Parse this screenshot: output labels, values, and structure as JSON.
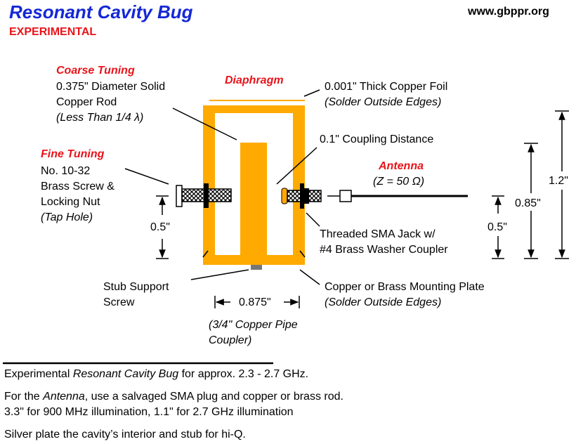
{
  "header": {
    "title": "Resonant Cavity Bug",
    "subtitle": "EXPERIMENTAL",
    "website": "www.gbppr.org"
  },
  "labels": {
    "coarse_title": "Coarse Tuning",
    "coarse_l1": "0.375\" Diameter Solid",
    "coarse_l2": "Copper Rod",
    "coarse_l3": "(Less Than 1/4 λ)",
    "fine_title": "Fine Tuning",
    "fine_l1": "No. 10-32",
    "fine_l2": "Brass Screw &",
    "fine_l3": "Locking Nut",
    "fine_l4": "(Tap Hole)",
    "diaphragm_title": "Diaphragm",
    "foil_l1": "0.001\" Thick Copper Foil",
    "foil_l2": "(Solder Outside Edges)",
    "coupling": "0.1\" Coupling Distance",
    "antenna_title": "Antenna",
    "antenna_z": "(Z = 50 Ω)",
    "sma_l1": "Threaded SMA Jack w/",
    "sma_l2": "#4 Brass Washer Coupler",
    "plate_l1": "Copper or Brass Mounting Plate",
    "plate_l2": "(Solder Outside Edges)",
    "stub_l1": "Stub Support",
    "stub_l2": "Screw",
    "pipe_l1": "(3/4\" Copper Pipe",
    "pipe_l2": "Coupler)",
    "dim_width": "0.875\"",
    "dim_left_half": "0.5\"",
    "dim_right_half": "0.5\"",
    "dim_085": "0.85\"",
    "dim_12": "1.2\""
  },
  "caption": {
    "c1_a": "Experimental ",
    "c1_b": "Resonant Cavity Bug",
    "c1_c": " for approx. 2.3 - 2.7 GHz.",
    "c2_a": "For the ",
    "c2_b": "Antenna",
    "c2_c": ", use a salvaged SMA plug and copper or brass rod.",
    "c3": "3.3\" for 900 MHz illumination, 1.1\" for 2.7 GHz illumination",
    "c4": "Silver plate the cavity’s interior and stub for hi-Q."
  },
  "colors": {
    "copper": "#ffaa00",
    "accent_red": "#e8141a",
    "title_blue": "#1428d6"
  }
}
